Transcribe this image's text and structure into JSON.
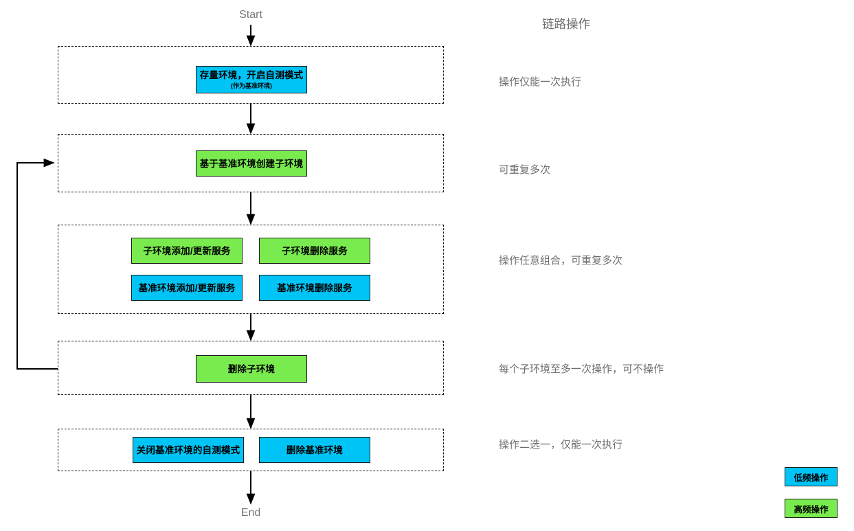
{
  "diagram": {
    "title": "链路操作",
    "start_label": "Start",
    "end_label": "End",
    "colors": {
      "low_frequency": "#00c4f5",
      "high_frequency": "#79eb4e",
      "stroke": "#1d1d1d",
      "annotation_text": "#6f6f6f",
      "terminal_text": "#767676"
    }
  },
  "stages": [
    {
      "id": "stage-1",
      "annotation": "操作仅能一次执行",
      "nodes": [
        {
          "label": "存量环境，开启自测模式",
          "sublabel": "(作为基准环境)",
          "frequency": "low"
        }
      ]
    },
    {
      "id": "stage-2",
      "annotation": "可重复多次",
      "nodes": [
        {
          "label": "基于基准环境创建子环境",
          "sublabel": "",
          "frequency": "high"
        }
      ]
    },
    {
      "id": "stage-3",
      "annotation": "操作任意组合，可重复多次",
      "nodes": [
        {
          "label": "子环境添加/更新服务",
          "sublabel": "",
          "frequency": "high"
        },
        {
          "label": "子环境删除服务",
          "sublabel": "",
          "frequency": "high"
        },
        {
          "label": "基准环境添加/更新服务",
          "sublabel": "",
          "frequency": "low"
        },
        {
          "label": "基准环境删除服务",
          "sublabel": "",
          "frequency": "low"
        }
      ]
    },
    {
      "id": "stage-4",
      "annotation": "每个子环境至多一次操作，可不操作",
      "nodes": [
        {
          "label": "删除子环境",
          "sublabel": "",
          "frequency": "high"
        }
      ]
    },
    {
      "id": "stage-5",
      "annotation": "操作二选一，仅能一次执行",
      "nodes": [
        {
          "label": "关闭基准环境的自测模式",
          "sublabel": "",
          "frequency": "low"
        },
        {
          "label": "删除基准环境",
          "sublabel": "",
          "frequency": "low"
        }
      ]
    }
  ],
  "legend": [
    {
      "label": "低频操作",
      "frequency": "low"
    },
    {
      "label": "高频操作",
      "frequency": "high"
    }
  ]
}
